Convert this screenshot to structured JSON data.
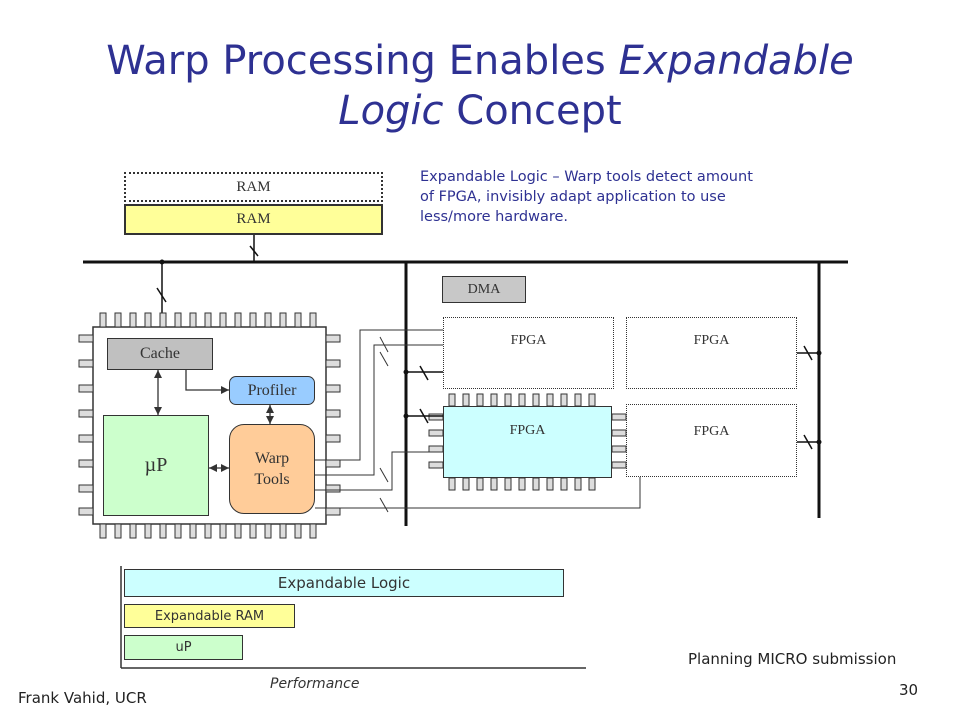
{
  "slide": {
    "title_part1": "Warp Processing Enables ",
    "title_italic1": "Expandable",
    "title_italic2": "Logic",
    "title_part2": " Concept",
    "note": "Expandable Logic – Warp tools detect amount of FPGA, invisibly adapt application to use less/more hardware.",
    "footer_left": "Frank Vahid, UCR",
    "footer_right": "Planning MICRO submission",
    "page_number": "30"
  },
  "diagram": {
    "ram_top": "RAM",
    "ram_bottom": "RAM",
    "dma": "DMA",
    "cache": "Cache",
    "profiler": "Profiler",
    "up": "µP",
    "warp_line1": "Warp",
    "warp_line2": "Tools",
    "fpga_1": "FPGA",
    "fpga_2": "FPGA",
    "fpga_3": "FPGA",
    "fpga_4": "FPGA"
  },
  "chart": {
    "bars": [
      "Expandable Logic",
      "Expandable RAM",
      "uP"
    ],
    "xlabel": "Performance"
  },
  "colors": {
    "title": "#2e3192",
    "ram_fill": "#ffff99",
    "cache_fill": "#c0c0c0",
    "profiler_fill": "#99ccff",
    "up_fill": "#ccffcc",
    "warp_fill": "#ffcc99",
    "fpga_fill": "#ccffff"
  }
}
